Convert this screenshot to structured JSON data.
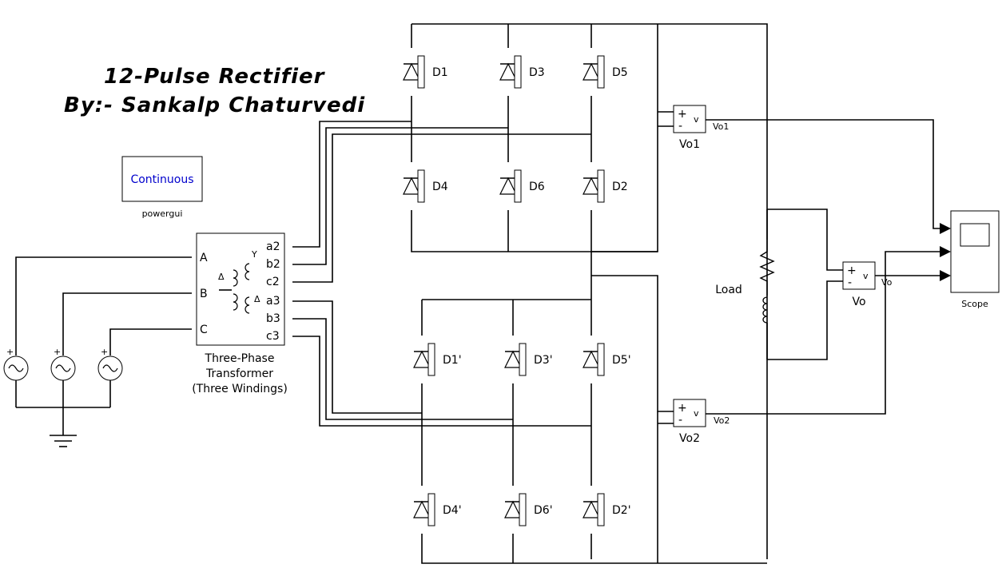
{
  "title_line1": "12-Pulse Rectifier",
  "title_line2": "By:- Sankalp Chaturvedi",
  "powergui": {
    "mode": "Continuous",
    "name": "powergui",
    "mode_color": "#0000cc"
  },
  "transformer": {
    "ports_left": [
      "A",
      "B",
      "C"
    ],
    "ports_right": [
      "a2",
      "b2",
      "c2",
      "a3",
      "b3",
      "c3"
    ],
    "winding_labels": [
      "Y",
      "Δ",
      "Δ"
    ],
    "name_lines": [
      "Three-Phase",
      "Transformer",
      "(Three Windings)"
    ]
  },
  "diodes_upper": [
    "D1",
    "D3",
    "D5",
    "D4",
    "D6",
    "D2"
  ],
  "diodes_lower": [
    "D1'",
    "D3'",
    "D5'",
    "D4'",
    "D6'",
    "D2'"
  ],
  "voltmeters": [
    {
      "name": "Vo1",
      "out": "Vo1",
      "in_plus": "+",
      "in_minus": "-",
      "sym": "v"
    },
    {
      "name": "Vo2",
      "out": "Vo2",
      "in_plus": "+",
      "in_minus": "-",
      "sym": "v"
    },
    {
      "name": "Vo",
      "out": "Vo",
      "in_plus": "+",
      "in_minus": "-",
      "sym": "v"
    }
  ],
  "load": {
    "name": "Load"
  },
  "scope": {
    "name": "Scope"
  },
  "source_plus": "+"
}
